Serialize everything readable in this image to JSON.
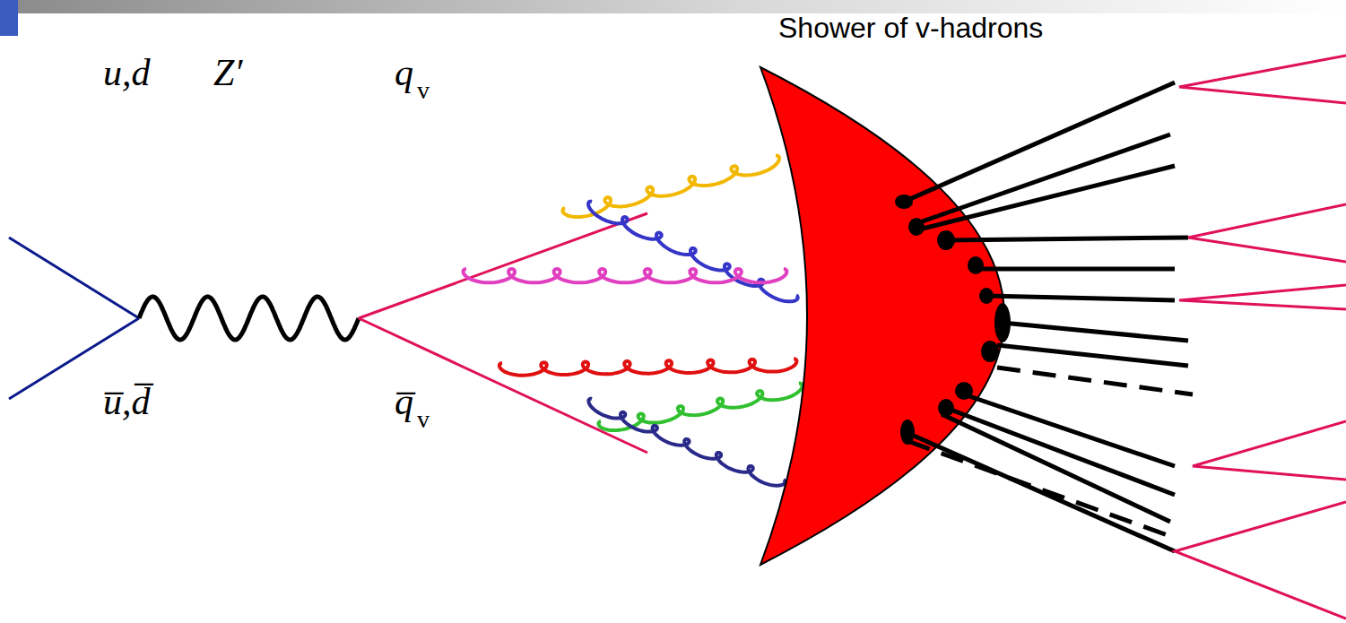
{
  "diagram": {
    "labels": [
      "Shower of v-hadrons",
      "u,d",
      "Z′",
      "q",
      "v",
      "u̅,d̅",
      "q̅",
      "v"
    ]
  }
}
